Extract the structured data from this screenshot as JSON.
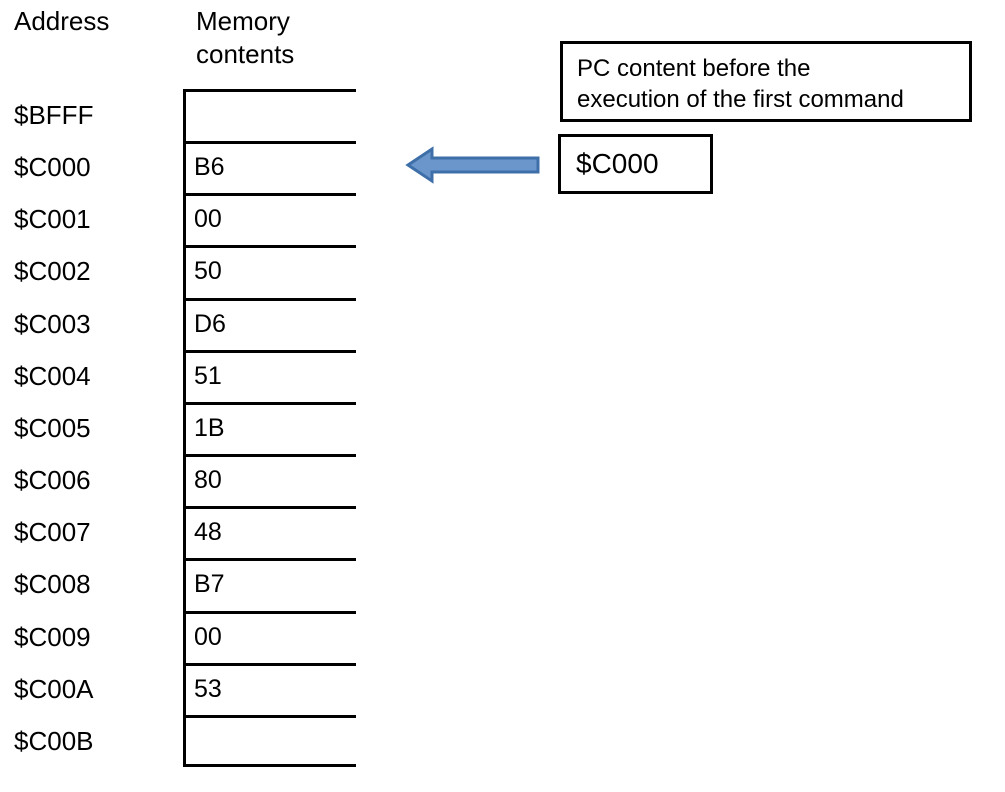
{
  "headers": {
    "address": "Address",
    "contents": "Memory\ncontents"
  },
  "memory": {
    "rows": [
      {
        "address": "$BFFF",
        "value": ""
      },
      {
        "address": "$C000",
        "value": "B6"
      },
      {
        "address": "$C001",
        "value": "00"
      },
      {
        "address": "$C002",
        "value": "50"
      },
      {
        "address": "$C003",
        "value": "D6"
      },
      {
        "address": "$C004",
        "value": "51"
      },
      {
        "address": "$C005",
        "value": "1B"
      },
      {
        "address": "$C006",
        "value": "80"
      },
      {
        "address": "$C007",
        "value": "48"
      },
      {
        "address": "$C008",
        "value": "B7"
      },
      {
        "address": "$C009",
        "value": "00"
      },
      {
        "address": "$C00A",
        "value": "53"
      },
      {
        "address": "$C00B",
        "value": ""
      }
    ]
  },
  "annotation": {
    "note": "PC content before the\nexecution of the first command",
    "pc_value": "$C000",
    "pointer_target_address": "$C000"
  },
  "icons": {
    "pointer": "left-arrow-icon"
  },
  "colors": {
    "arrow_fill": "#6A96CB",
    "arrow_stroke": "#3E6FA8",
    "line": "#000000",
    "background": "#FFFFFF",
    "text": "#000000"
  }
}
